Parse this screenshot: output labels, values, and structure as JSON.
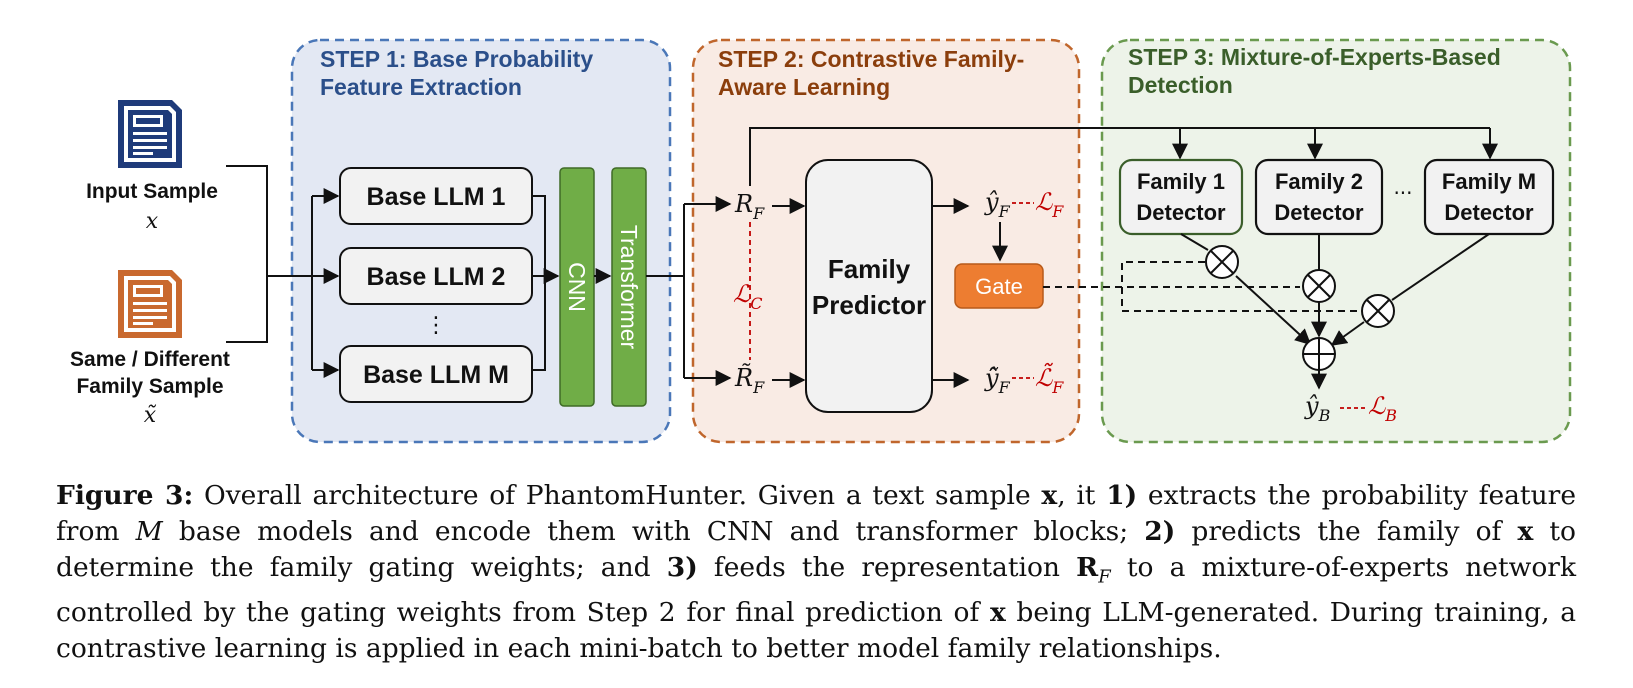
{
  "inputs": {
    "input_sample_label": "Input Sample",
    "input_sample_var": "x",
    "pair_sample_label_line1": "Same / Different",
    "pair_sample_label_line2": "Family Sample",
    "pair_sample_var": "x̃"
  },
  "step1": {
    "title_line1": "STEP 1: Base Probability",
    "title_line2": "Feature Extraction",
    "llm_boxes": [
      "Base LLM 1",
      "Base LLM 2",
      "Base LLM M"
    ],
    "ellipsis": "⋮",
    "cnn_label": "CNN",
    "transformer_label": "Transformer"
  },
  "step2": {
    "title_line1": "STEP 2: Contrastive Family-",
    "title_line2": "Aware Learning",
    "rf_label": "R",
    "rf_sub": "F",
    "rf_tilde_label": "R̃",
    "rf_tilde_sub": "F",
    "lc_label": "ℒ",
    "lc_sub": "C",
    "predictor_line1": "Family",
    "predictor_line2": "Predictor",
    "yf_label": "ŷ",
    "yf_sub": "F",
    "lf_label": "ℒ",
    "lf_sub": "F",
    "yf_tilde_label": "ỹ̂",
    "yf_tilde_sub": "F",
    "lf_tilde_label": "ℒ̃",
    "lf_tilde_sub": "F",
    "gate_label": "Gate"
  },
  "step3": {
    "title_line1": "STEP 3: Mixture-of-Experts-Based",
    "title_line2": "Detection",
    "detectors": [
      {
        "line1": "Family 1",
        "line2": "Detector"
      },
      {
        "line1": "Family 2",
        "line2": "Detector"
      },
      {
        "line1": "Family M",
        "line2": "Detector"
      }
    ],
    "ellipsis": "···",
    "yb_label": "ŷ",
    "yb_sub": "B",
    "lb_label": "ℒ",
    "lb_sub": "B"
  },
  "colors": {
    "step1_fill": "#e3e8f3",
    "step1_border": "#4a77b8",
    "step1_title": "#2b4f8a",
    "step2_fill": "#f9ebe4",
    "step2_border": "#c0662c",
    "step2_title": "#8b3e0c",
    "step3_fill": "#edf3e9",
    "step3_border": "#6a9a4f",
    "step3_title": "#3a5e2a",
    "green_block": "#70ad47",
    "gate": "#ed7d31",
    "loss_red": "#c00000",
    "doc_blue": "#1f3b7a",
    "doc_orange": "#c9692f"
  },
  "caption": {
    "fig_label": "Figure 3:",
    "s1": " Overall architecture of PhantomHunter. Given a text sample ",
    "x1": "x",
    "s2": ", it ",
    "b1": "1)",
    "s3": " extracts the probability feature from ",
    "m1": "M",
    "s4": " base models and encode them with CNN and transformer blocks; ",
    "b2": "2)",
    "s5": " predicts the family of ",
    "x2": "x",
    "s6": " to determine the family gating weights; and ",
    "b3": "3)",
    "s7": " feeds the representation ",
    "r1": "R",
    "r1sub": "F",
    "s8": " to a mixture-of-experts network controlled by the gating weights from Step 2 for final prediction of ",
    "x3": "x",
    "s9": " being LLM-generated. During training, a contrastive learning is applied in each mini-batch to better model family relationships."
  }
}
